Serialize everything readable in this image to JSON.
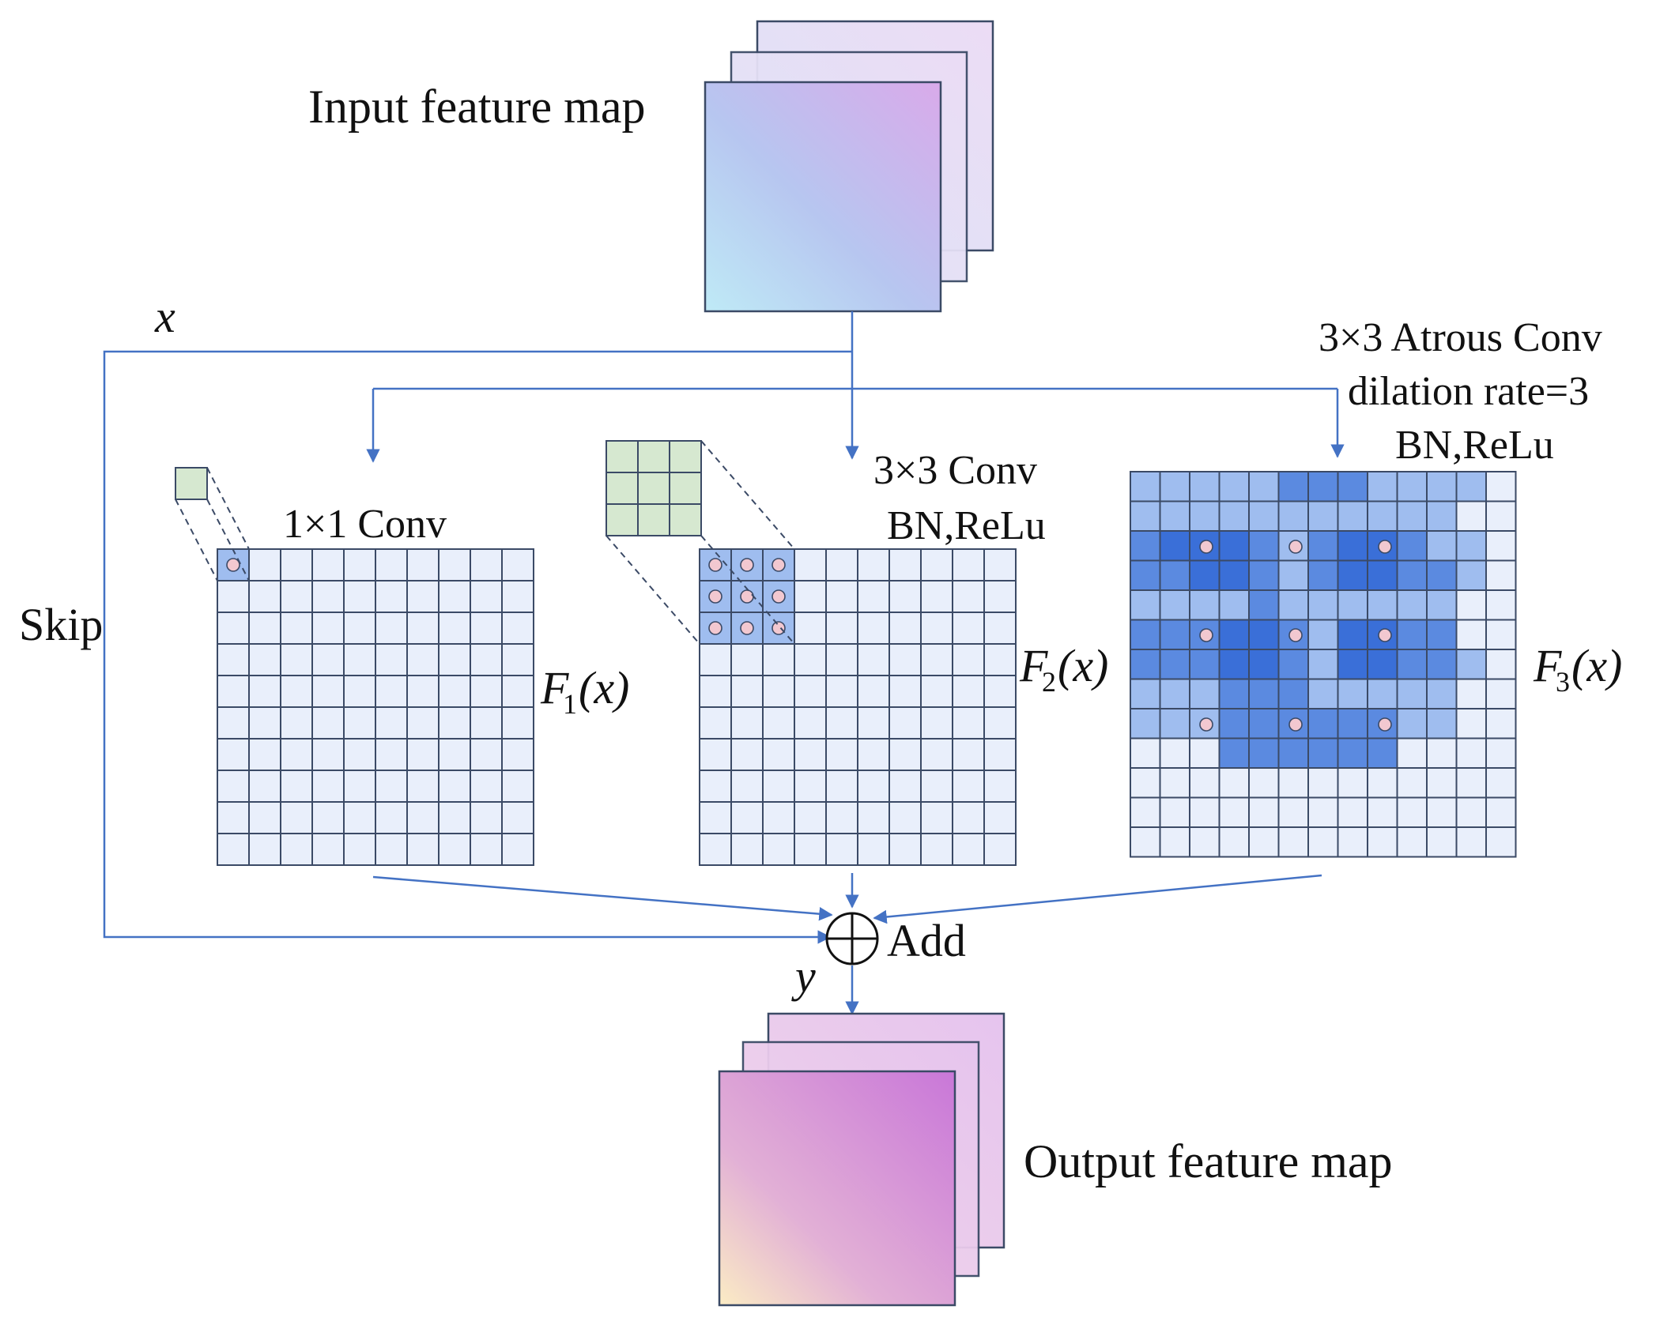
{
  "labels": {
    "input_map": "Input feature map",
    "output_map": "Output feature map",
    "x": "x",
    "y": "y",
    "skip": "Skip",
    "add": "Add",
    "branch1": "1×1 Conv",
    "branch2_line1": "3×3 Conv",
    "branch2_line2": "BN,ReLu",
    "branch3_line1": "3×3 Atrous Conv",
    "branch3_line2": "dilation rate=3",
    "branch3_line3": "BN,ReLu",
    "f1": "F",
    "f1_sub": "1",
    "f2": "F",
    "f2_sub": "2",
    "f3": "F",
    "f3_sub": "3",
    "fx_arg": "(x)"
  },
  "colors": {
    "arrow": "#4472C4",
    "grid_line": "#3b4a66",
    "cell_light": "#e9effb",
    "cell_mid": "#9fbdef",
    "cell_dark": "#5b8ae0",
    "cell_darkest": "#3a6fd8",
    "kernel": "#d6e8d0",
    "dot": "#f2c8d0"
  },
  "icons": {
    "sum_node": "circled-plus-icon"
  }
}
